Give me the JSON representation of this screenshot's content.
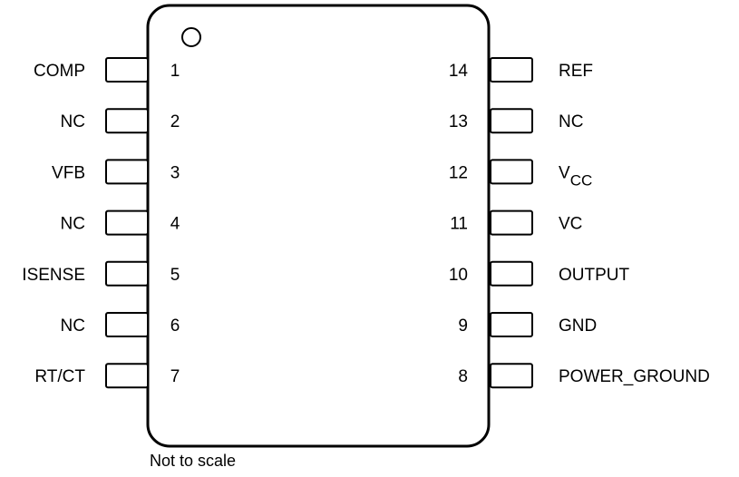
{
  "package": {
    "left_pins": [
      {
        "number": "1",
        "name": "COMP"
      },
      {
        "number": "2",
        "name": "NC"
      },
      {
        "number": "3",
        "name": "VFB"
      },
      {
        "number": "4",
        "name": "NC"
      },
      {
        "number": "5",
        "name": "ISENSE"
      },
      {
        "number": "6",
        "name": "NC"
      },
      {
        "number": "7",
        "name": "RT/CT"
      }
    ],
    "right_pins": [
      {
        "number": "14",
        "name": "REF"
      },
      {
        "number": "13",
        "name": "NC"
      },
      {
        "number": "12",
        "name": "V",
        "subscript": "CC"
      },
      {
        "number": "11",
        "name": "VC"
      },
      {
        "number": "10",
        "name": "OUTPUT"
      },
      {
        "number": "9",
        "name": "GND"
      },
      {
        "number": "8",
        "name": "POWER_GROUND"
      }
    ]
  },
  "caption": "Not to scale"
}
